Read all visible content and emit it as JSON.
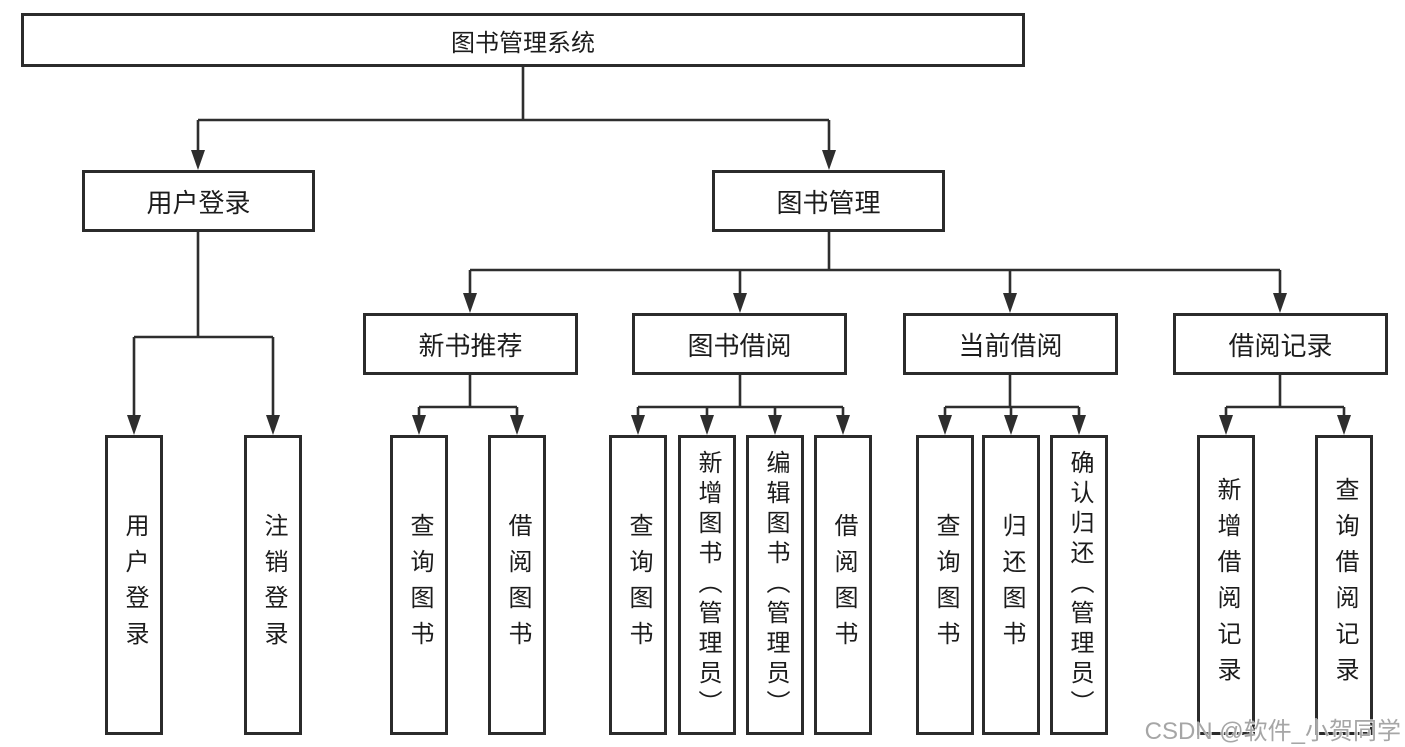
{
  "diagram": {
    "root": {
      "label": "图书管理系统"
    },
    "branches": [
      {
        "label": "用户登录",
        "children": [
          "用户登录",
          "注销登录"
        ]
      },
      {
        "label": "图书管理"
      }
    ],
    "modules": [
      {
        "label": "新书推荐",
        "children": [
          "查询图书",
          "借阅图书"
        ]
      },
      {
        "label": "图书借阅",
        "children": [
          "查询图书",
          "新增图书（管理员）",
          "编辑图书（管理员）",
          "借阅图书"
        ]
      },
      {
        "label": "当前借阅",
        "children": [
          "查询图书",
          "归还图书",
          "确认归还（管理员）"
        ]
      },
      {
        "label": "借阅记录",
        "children": [
          "新增借阅记录",
          "查询借阅记录"
        ]
      }
    ]
  },
  "watermark": {
    "text": "CSDN @软件_小贺同学"
  },
  "colors": {
    "line": "#2e2e2e",
    "box_border": "#2b2b2b",
    "text": "#1c1c1c",
    "watermark": "#a6a6a6",
    "background": "#ffffff"
  }
}
